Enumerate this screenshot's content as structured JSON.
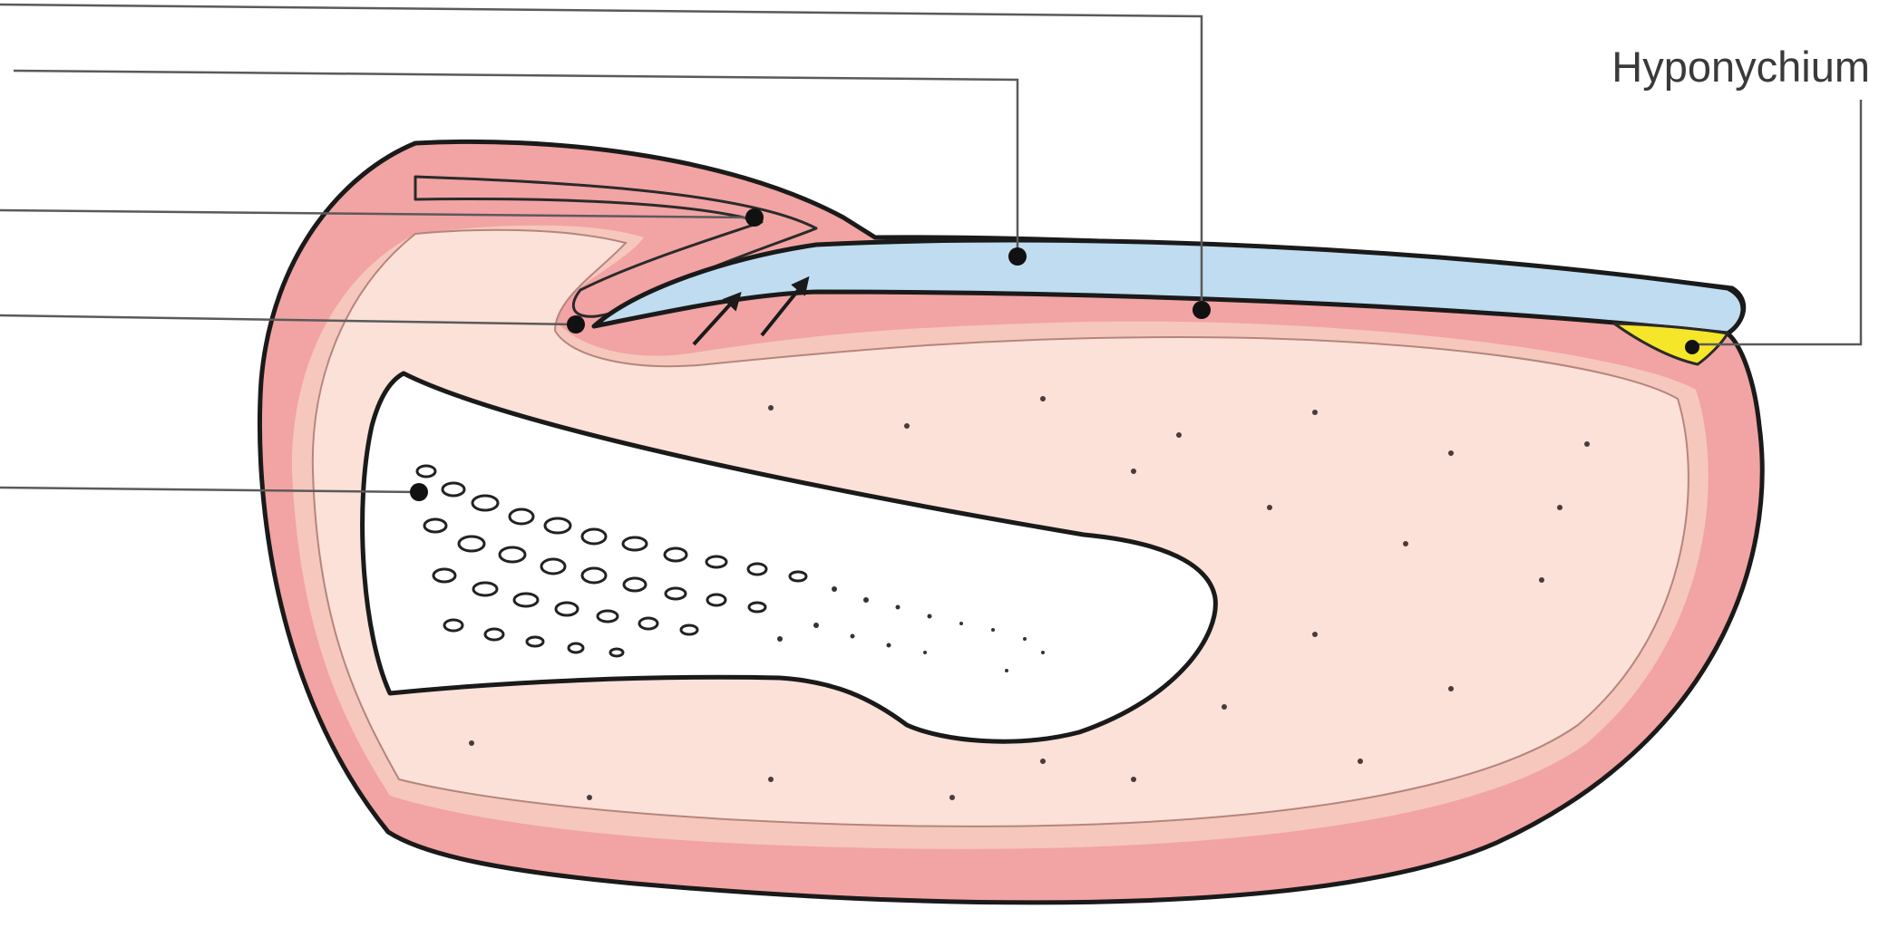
{
  "labels": {
    "hyponychium": "Hyponychium"
  },
  "colors": {
    "background": "#ffffff",
    "skin": "#f2a3a3",
    "dermis": "#f6c7bd",
    "pulp": "#fbe1d8",
    "nail_plate": "#bfdcf0",
    "hyponychium": "#f5e62a",
    "proximal_edge": "#e8792a",
    "bone": "#ffffff",
    "outline": "#1a1a1a",
    "leader": "#5a5a5a"
  },
  "icons": [
    "marker-dot",
    "growth-arrow"
  ]
}
